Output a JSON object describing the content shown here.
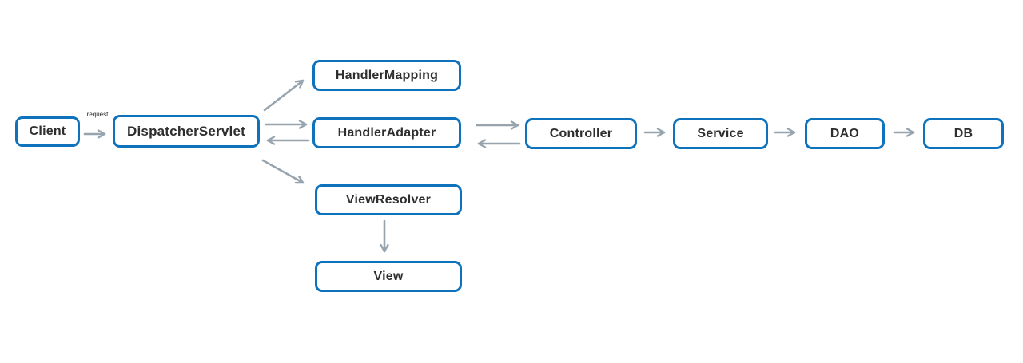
{
  "diagram": {
    "type": "flow-diagram",
    "subject": "Spring MVC request processing flow",
    "nodes": {
      "client": {
        "label": "Client"
      },
      "dispatcher_servlet": {
        "label": "DispatcherServlet"
      },
      "handler_mapping": {
        "label": "HandlerMapping"
      },
      "handler_adapter": {
        "label": "HandlerAdapter"
      },
      "controller": {
        "label": "Controller"
      },
      "service": {
        "label": "Service"
      },
      "dao": {
        "label": "DAO"
      },
      "db": {
        "label": "DB"
      },
      "view_resolver": {
        "label": "ViewResolver"
      },
      "view": {
        "label": "View"
      }
    },
    "edge_labels": {
      "request": "request"
    },
    "edges": [
      {
        "from": "client",
        "to": "dispatcher_servlet",
        "label": "request"
      },
      {
        "from": "dispatcher_servlet",
        "to": "handler_mapping"
      },
      {
        "from": "dispatcher_servlet",
        "to": "handler_adapter"
      },
      {
        "from": "handler_adapter",
        "to": "dispatcher_servlet"
      },
      {
        "from": "dispatcher_servlet",
        "to": "view_resolver"
      },
      {
        "from": "handler_adapter",
        "to": "controller"
      },
      {
        "from": "controller",
        "to": "handler_adapter"
      },
      {
        "from": "controller",
        "to": "service"
      },
      {
        "from": "service",
        "to": "dao"
      },
      {
        "from": "dao",
        "to": "db"
      },
      {
        "from": "view_resolver",
        "to": "view"
      }
    ],
    "colors": {
      "box_border": "#0e73bc",
      "box_fill": "#ffffff",
      "arrow": "#97a4ae",
      "text": "#2e2e2e",
      "background": "#ffffff"
    }
  }
}
